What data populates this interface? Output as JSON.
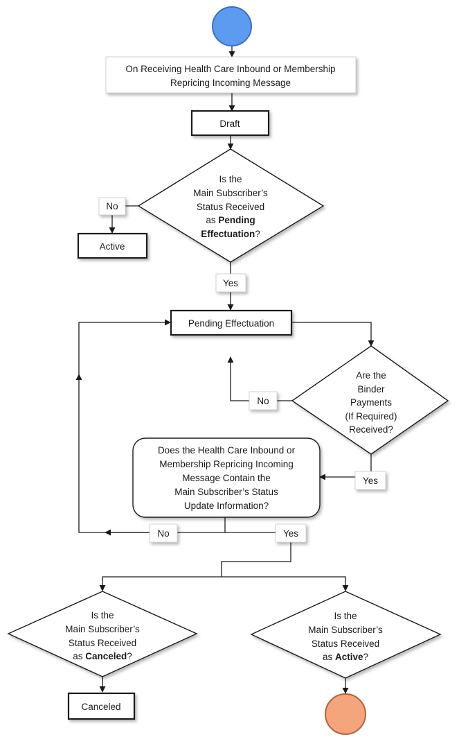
{
  "nodes": {
    "start": {
      "kind": "start",
      "color": "#5b9bf0",
      "stroke": "#3d6fc4"
    },
    "trigger": {
      "lines": [
        "On Receiving Health Care Inbound or Membership",
        "Repricing Incoming Message"
      ]
    },
    "draft": {
      "label": "Draft"
    },
    "decision_pending": {
      "lines": [
        "Is the",
        "Main Subscriber’s",
        "Status Received"
      ],
      "line4_prefix": "as ",
      "line4_bold": "Pending",
      "line5_bold": "Effectuation",
      "line5_suffix": "?"
    },
    "active_state": {
      "label": "Active"
    },
    "pending_effectuation": {
      "label": "Pending Effectuation"
    },
    "decision_binder": {
      "lines": [
        "Are the",
        "Binder",
        "Payments",
        "(If Required)",
        "Received?"
      ]
    },
    "decision_update": {
      "lines": [
        "Does the Health Care Inbound or",
        "Membership Repricing Incoming",
        "Message Contain the",
        "Main Subscriber’s Status",
        "Update Information?"
      ]
    },
    "decision_canceled": {
      "lines": [
        "Is the",
        "Main Subscriber’s",
        "Status Received"
      ],
      "last_prefix": "as ",
      "last_bold": "Canceled",
      "last_suffix": "?"
    },
    "decision_active": {
      "lines": [
        "Is the",
        "Main Subscriber’s",
        "Status Received"
      ],
      "last_prefix": "as ",
      "last_bold": "Active",
      "last_suffix": "?"
    },
    "canceled_state": {
      "label": "Canceled"
    },
    "end": {
      "kind": "end",
      "color": "#f4a57c",
      "stroke": "#b5613a"
    }
  },
  "edge_labels": {
    "pending_no": "No",
    "pending_yes": "Yes",
    "binder_no": "No",
    "binder_yes": "Yes",
    "update_no": "No",
    "update_yes": "Yes"
  }
}
